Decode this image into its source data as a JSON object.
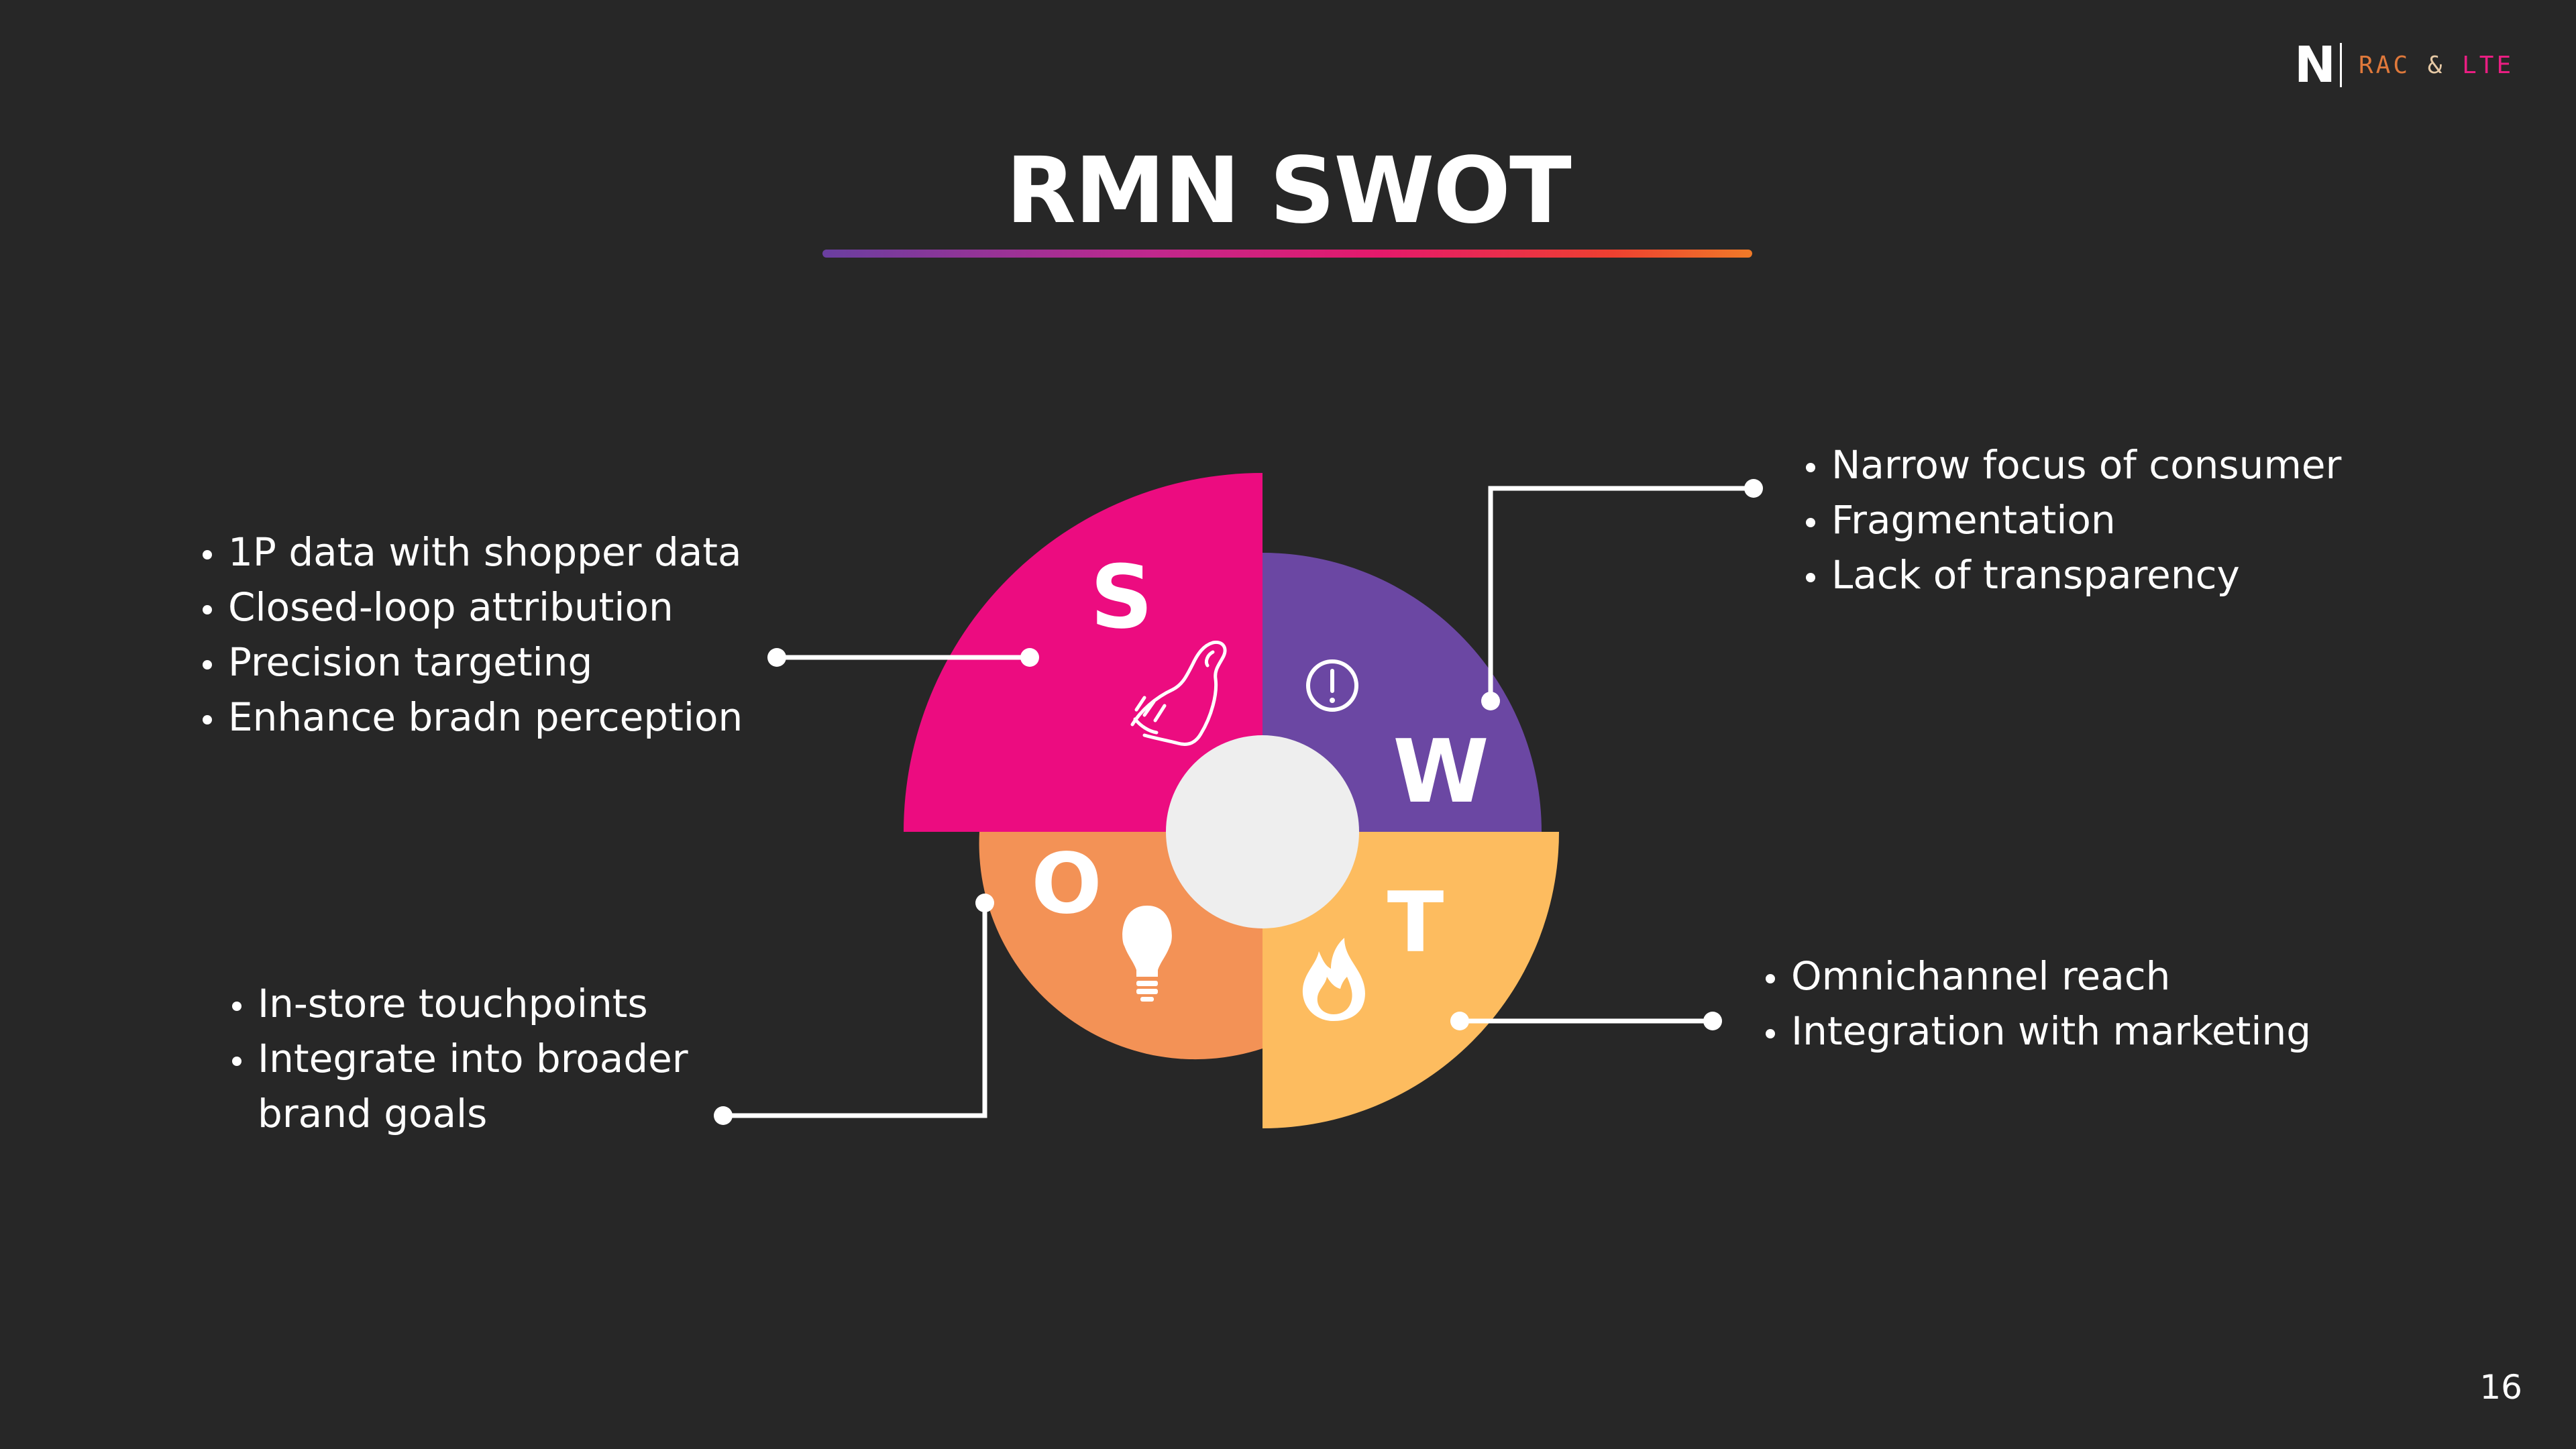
{
  "logo": {
    "initial": "N",
    "text_1": "RAC",
    "text_2": "&",
    "text_3": "LTE"
  },
  "title": "RMN SWOT",
  "quadrants": {
    "strengths": {
      "letter": "S",
      "color": "#ec0c80",
      "icon": "flexed-arm-icon"
    },
    "weaknesses": {
      "letter": "W",
      "color": "#6b47a3",
      "icon": "exclamation-icon"
    },
    "opportunities": {
      "letter": "O",
      "color": "#f39256",
      "icon": "lightbulb-icon"
    },
    "threats": {
      "letter": "T",
      "color": "#fdbc5f",
      "icon": "fire-icon"
    }
  },
  "center_color": "#eeeeee",
  "strengths_list": [
    "1P data with shopper data",
    "Closed-loop attribution",
    "Precision targeting",
    "Enhance bradn perception"
  ],
  "weaknesses_list": [
    "Narrow focus of consumer",
    "Fragmentation",
    "Lack of transparency"
  ],
  "opportunities_list": [
    "In-store touchpoints",
    "Integrate into broader brand goals"
  ],
  "threats_list": [
    "Omnichannel reach",
    "Integration with marketing"
  ],
  "page_number": "16"
}
